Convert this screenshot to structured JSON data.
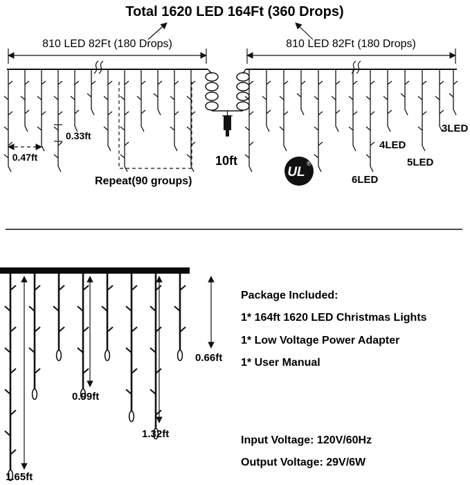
{
  "title": "Total 1620 LED 164Ft (360 Drops)",
  "top_diagram": {
    "left_span": "810 LED 82Ft (180 Drops)",
    "right_span": "810 LED 82Ft (180 Drops)",
    "led_spacing": "0.33ft",
    "drop_spacing": "0.47ft",
    "repeat_note": "Repeat(90 groups)",
    "lead_length": "10ft",
    "ul_text": "UL",
    "ul_registered": "®",
    "led_counts": {
      "three": "3LED",
      "four": "4LED",
      "five": "5LED",
      "six": "6LED"
    }
  },
  "bottom_diagram": {
    "drop_066": "0.66ft",
    "drop_099": "0.99ft",
    "drop_132": "1.32ft",
    "drop_165": "1.65ft"
  },
  "package": {
    "heading": "Package Included:",
    "items": [
      "1* 164ft 1620 LED Christmas Lights",
      "1* Low Voltage Power Adapter",
      "1* User Manual"
    ]
  },
  "specs": {
    "input": "Input Voltage: 120V/60Hz",
    "output": "Output Voltage: 29V/6W"
  }
}
